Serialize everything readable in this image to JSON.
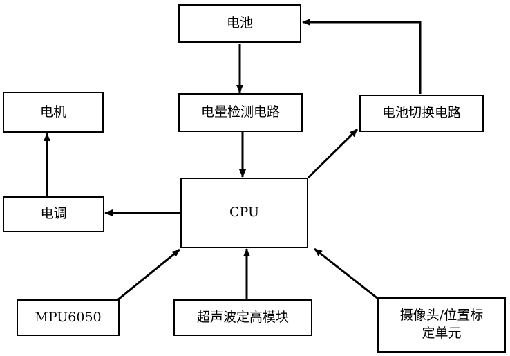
{
  "nodes": {
    "battery": "电池",
    "power_detect": "电量检测电路",
    "battery_switch": "电池切换电路",
    "motor": "电机",
    "esc": "电调",
    "cpu": "CPU",
    "mpu": "MPU6050",
    "ultrasonic": "超声波定高模块",
    "camera_line1": "摄像头/位置标",
    "camera_line2": "定单元"
  }
}
